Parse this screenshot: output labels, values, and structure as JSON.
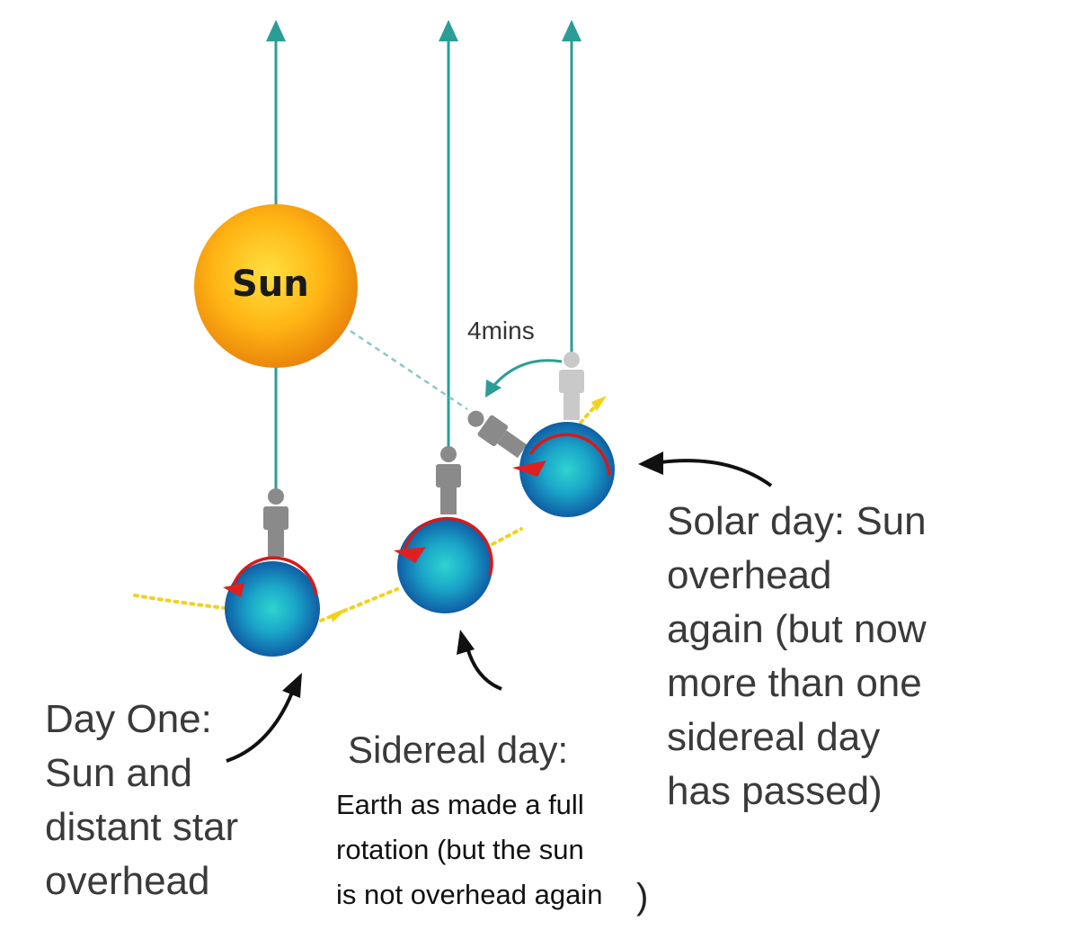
{
  "sun": {
    "label": "Sun"
  },
  "arc": {
    "label": "4mins"
  },
  "captions": {
    "day_one": [
      "Day One:",
      "Sun and",
      "distant star",
      "overhead"
    ],
    "sidereal_title": "Sidereal day:",
    "sidereal_body": [
      "Earth  as made a full",
      "rotation (but   the sun",
      "is  not  overhead again"
    ],
    "sidereal_paren": ")",
    "solar": [
      "Solar day: Sun",
      "overhead",
      "again (but now",
      "more than one",
      "sidereal day",
      "has passed)"
    ]
  },
  "colors": {
    "ray": "#2a9d96",
    "sun_inner": "#ffcf2a",
    "sun_outer": "#ee8a08",
    "earth_inner": "#25c6c9",
    "earth_outer": "#0f5aa8",
    "rotation_arc": "#d51a1a",
    "orbit": "#f2d21a",
    "person": "#8a8a8a",
    "pointer": "#111111"
  }
}
